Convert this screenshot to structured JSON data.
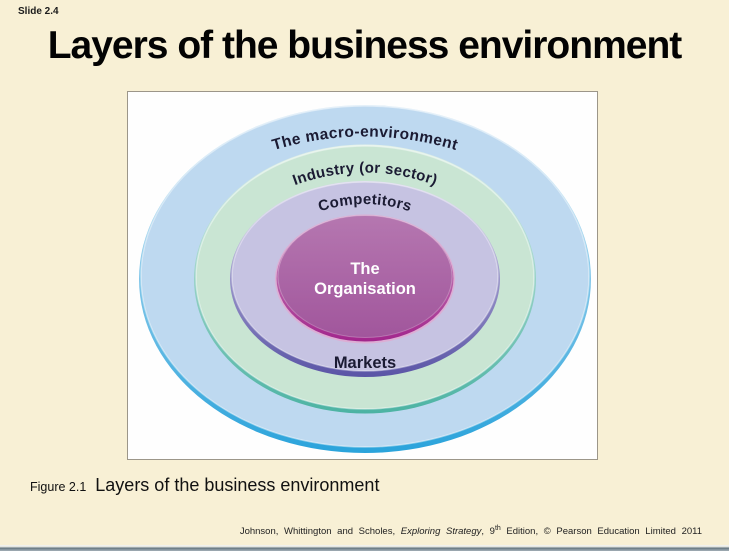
{
  "slide": {
    "number": "Slide 2.4",
    "title": "Layers of the business environment",
    "background_color": "#f8f0d5"
  },
  "diagram": {
    "layers": [
      {
        "name": "macro-environment",
        "label": "The macro-environment",
        "fill": "#bed9f0",
        "edge_top": "#d8e9f6",
        "edge_bottom": "#2aa3db"
      },
      {
        "name": "industry",
        "label": "Industry (or sector)",
        "fill": "#c9e5d3",
        "edge_top": "#e2f1e8",
        "edge_bottom": "#4cb3a3"
      },
      {
        "name": "competitors",
        "label": "Competitors",
        "fill": "#c6c3e2",
        "edge_top": "#d9d6ec",
        "edge_bottom": "#5a54a6"
      },
      {
        "name": "organisation",
        "label_line1": "The",
        "label_line2": "Organisation",
        "fill_top": "#b577b0",
        "fill_bottom": "#a1569c",
        "edge_top": "#cf9cc7",
        "edge_bottom": "#a2268c",
        "outline": "#dcaed4"
      }
    ],
    "markets_label": "Markets",
    "label_color": "#1b1b33",
    "organisation_text_color": "#ffffff"
  },
  "caption": {
    "figure": "Figure 2.1",
    "text": "Layers of the business environment"
  },
  "footer": {
    "part1": "Johnson, Whittington and Scholes, ",
    "book": "Exploring Strategy",
    "part2": ", 9",
    "sup": "th",
    "part3": " Edition, © Pearson Education Limited 2011"
  }
}
